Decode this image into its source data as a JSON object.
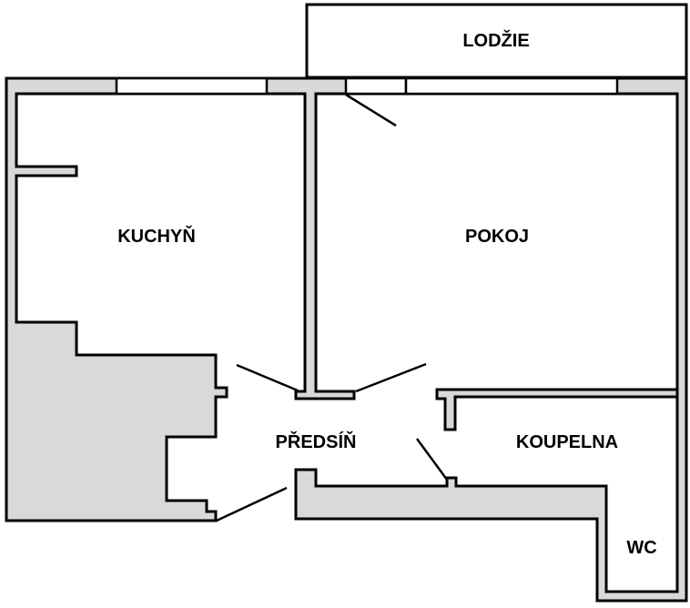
{
  "plan": {
    "colors": {
      "wall": "#d9d9d9",
      "line": "#000000",
      "background": "#ffffff"
    },
    "rooms": {
      "lodzie": "LODŽIE",
      "kuchyn": "KUCHYŇ",
      "pokoj": "POKOJ",
      "predsin": "PŘEDSÍŇ",
      "koupelna": "KOUPELNA",
      "wc": "WC"
    }
  }
}
